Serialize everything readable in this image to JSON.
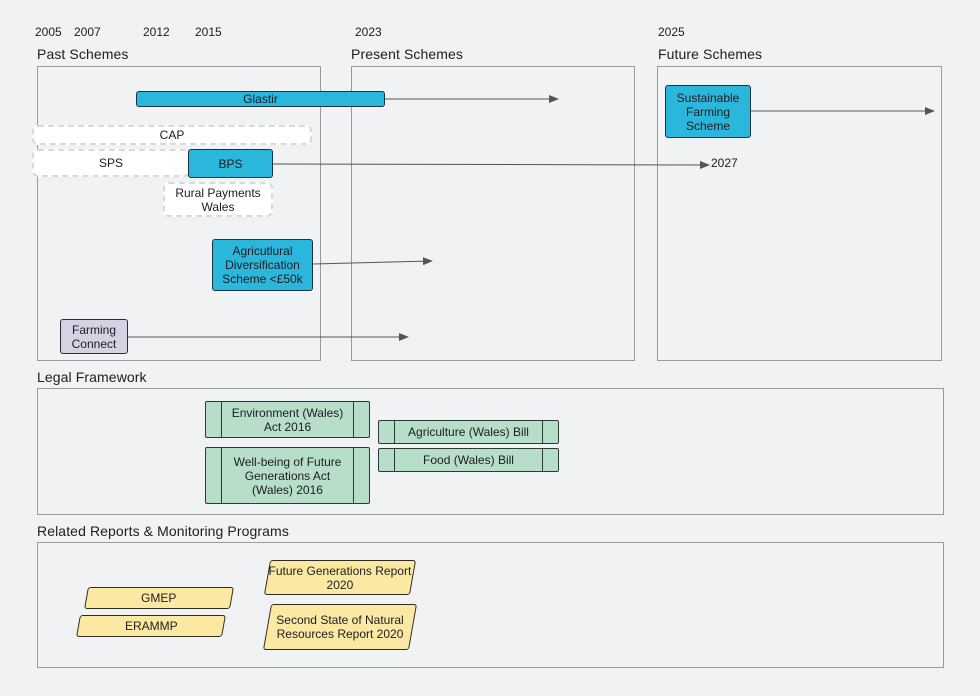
{
  "timeline": {
    "years": [
      "2005",
      "2007",
      "2012",
      "2015",
      "2023",
      "2025"
    ]
  },
  "sections": {
    "past": "Past Schemes",
    "present": "Present Schemes",
    "future": "Future Schemes",
    "legal": "Legal Framework",
    "reports": "Related Reports & Monitoring Programs"
  },
  "schemes": {
    "glastir": "Glastir",
    "cap": "CAP",
    "sps": "SPS",
    "bps": "BPS",
    "rural_payments": "Rural Payments Wales",
    "diversification": "Agricutlural Diversification Scheme <£50k",
    "farming_connect": "Farming Connect",
    "sustainable_farming": "Sustainable Farming Scheme",
    "bps_end_label": "2027"
  },
  "legal": {
    "environment_act": "Environment (Wales) Act 2016",
    "wellbeing_act": "Well-being of Future Generations Act (Wales) 2016",
    "agriculture_bill": "Agriculture (Wales) Bill",
    "food_bill": "Food (Wales) Bill"
  },
  "reports": {
    "future_generations_report": "Future Generations Report 2020",
    "natural_resources_report": "Second State of Natural Resources Report 2020",
    "gmep": "GMEP",
    "erammp": "ERAMMP"
  },
  "colors": {
    "scheme_blue": "#2bb6dc",
    "connect_gray": "#d5d3e3",
    "law_green": "#b7dec9",
    "report_yellow": "#fbe9a3"
  }
}
